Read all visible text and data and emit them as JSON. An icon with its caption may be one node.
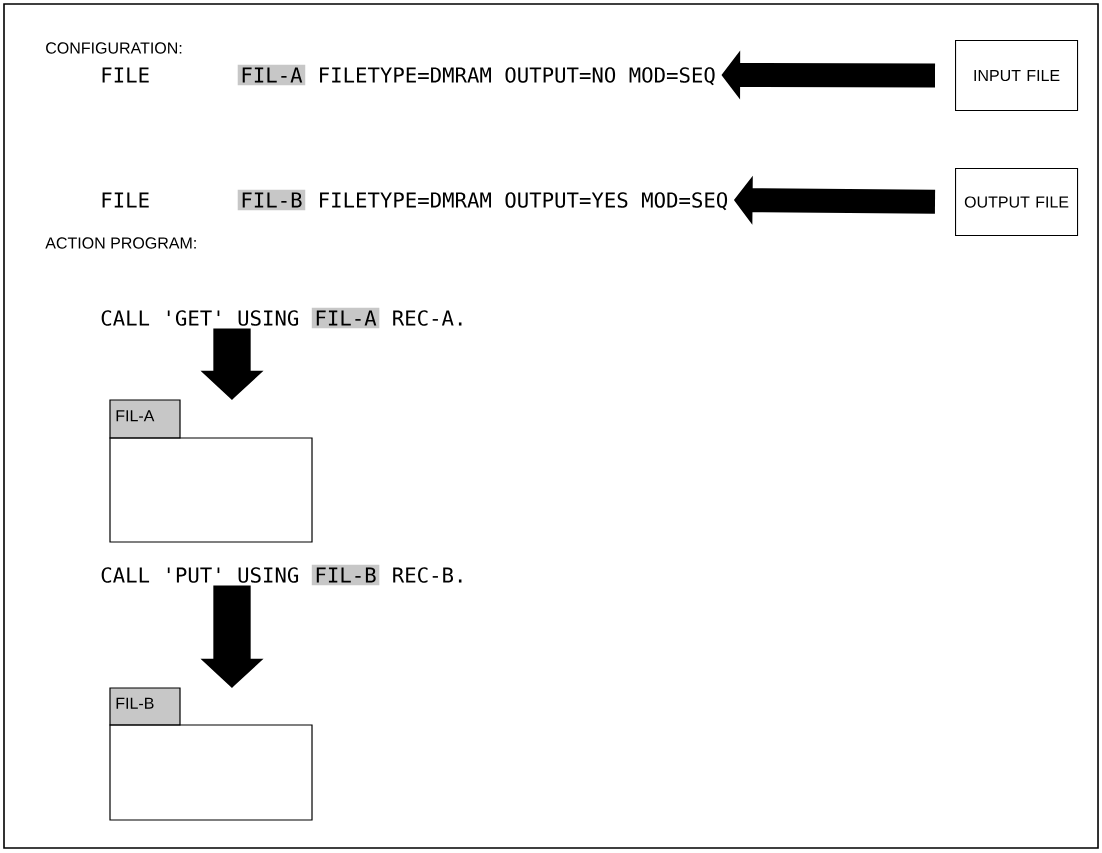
{
  "diagram": {
    "nodes": [
      {
        "text": [
          "INPUT FILE"
        ]
      },
      {
        "text": [
          "OUTPUT FILE"
        ]
      },
      {
        "text": [
          "FILE",
          "FIL-A",
          "FILETYPE=DMRAM OUTPUT=NO MOD=SEQ"
        ]
      },
      {
        "text": [
          "FILE",
          "FIL-B",
          "FILETYPE=DMRAM OUTPUT=YES MOD=SEQ"
        ]
      },
      {
        "text": [
          "CALL 'GET' USING",
          "FIL-A",
          "REC-A."
        ]
      },
      {
        "text": [
          "FIL-A"
        ]
      },
      {
        "text": [
          "CALL 'PUT' USING",
          "FIL-B",
          "REC-B."
        ]
      },
      {
        "text": [
          "FIL-B"
        ]
      }
    ],
    "edges": [
      {
        "from": 0,
        "to": 2,
        "arrow": "to"
      },
      {
        "from": 1,
        "to": 3,
        "arrow": "to"
      },
      {
        "from": 4,
        "to": 5,
        "arrow": "to"
      },
      {
        "from": 6,
        "to": 7,
        "arrow": "to"
      }
    ],
    "labels": [
      "CONFIGURATION:",
      "ACTION PROGRAM:"
    ]
  }
}
